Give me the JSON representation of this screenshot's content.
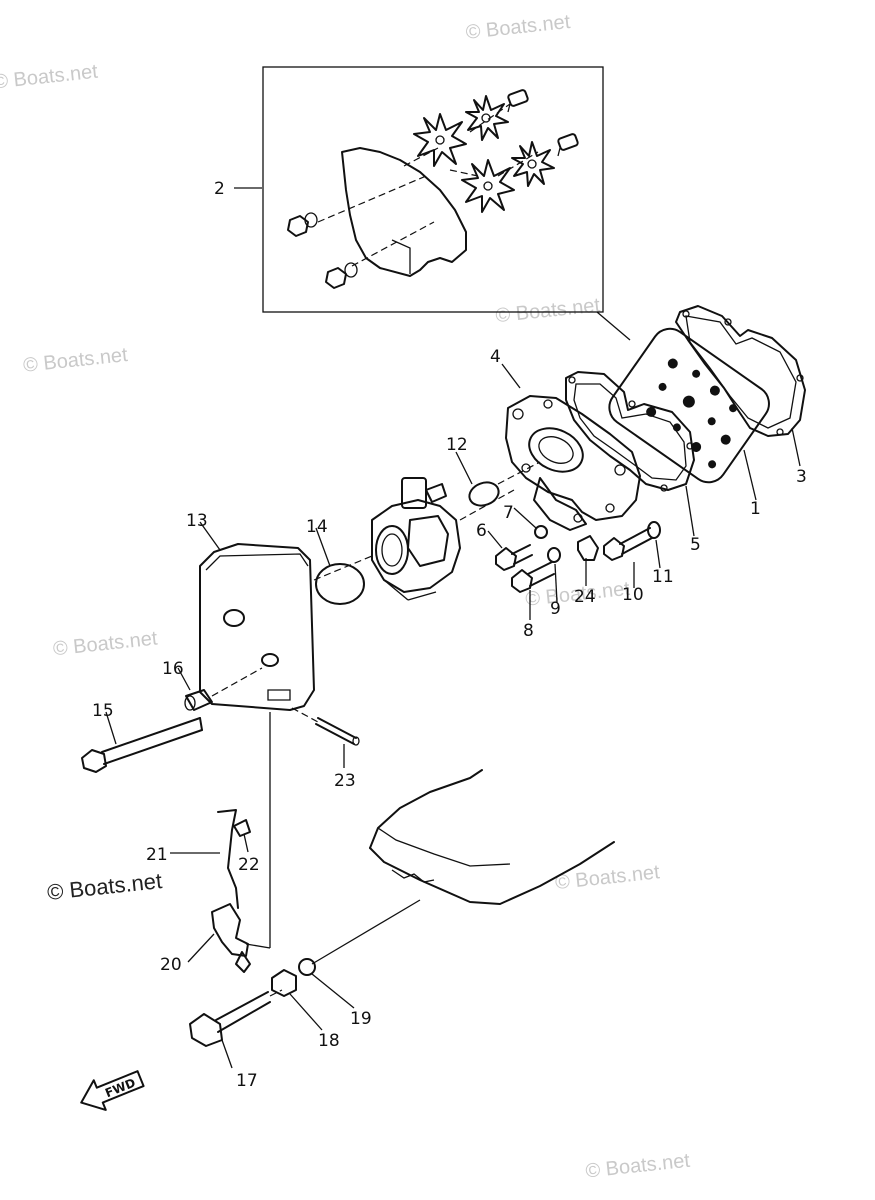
{
  "diagram": {
    "direction_label": "FWD",
    "callouts": {
      "c1": "1",
      "c2": "2",
      "c3": "3",
      "c4": "4",
      "c5": "5",
      "c6": "6",
      "c7": "7",
      "c8": "8",
      "c9": "9",
      "c10": "10",
      "c11": "11",
      "c12": "12",
      "c13": "13",
      "c14": "14",
      "c15": "15",
      "c16": "16",
      "c17": "17",
      "c18": "18",
      "c19": "19",
      "c20": "20",
      "c21": "21",
      "c22": "22",
      "c23": "23",
      "c24": "24"
    }
  },
  "watermarks": {
    "faint": "© Boats.net",
    "strong": "© Boats.net"
  },
  "colors": {
    "line": "#111111",
    "watermark_faint": "#c9c9c9",
    "background": "#ffffff"
  }
}
